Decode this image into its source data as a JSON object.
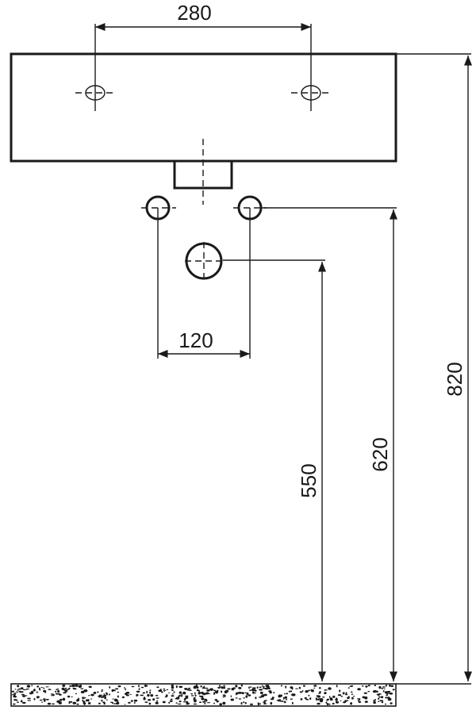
{
  "dimensions": {
    "tap_hole_spacing": "280",
    "water_supply_spacing": "120",
    "drain_height": "550",
    "supply_height": "620",
    "basin_top_height": "820"
  },
  "colors": {
    "line": "#1a1a1a",
    "floor_speckle": "#1a1a1a",
    "background": "#ffffff"
  }
}
